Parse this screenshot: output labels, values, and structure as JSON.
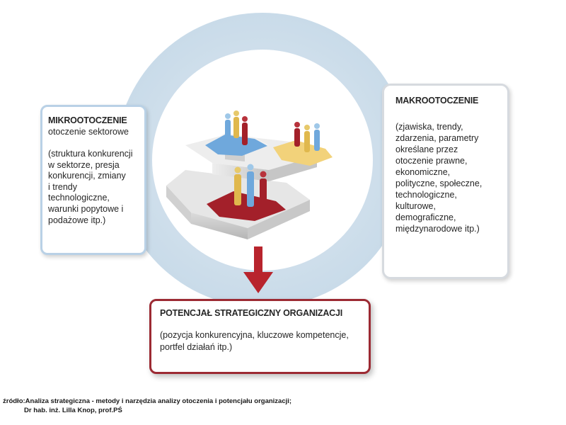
{
  "micro": {
    "title": "MIKROOTOCZENIE",
    "subtitle": "otoczenie sektorowe",
    "description": "(struktura konkurencji\nw sektorze, presja\nkonkurencji, zmiany\ni trendy technologiczne,\nwarunki popytowe i\npodażowe itp.)"
  },
  "macro": {
    "title": "MAKROOTOCZENIE",
    "description": "(zjawiska, trendy,\nzdarzenia, parametry\nokreślane przez\notoczenie prawne,\nekonomiczne,\npolityczne, społeczne,\ntechnologiczne,\nkulturowe,\ndemograficzne,\nmiędzynarodowe itp.)"
  },
  "potential": {
    "title": "POTENCJAŁ STRATEGICZNY ORGANIZACJI",
    "description": "(pozycja konkurencyjna, kluczowe kompetencje,\nportfel działań itp.)"
  },
  "source": {
    "line1": "źródło:Analiza strategiczna - metody i narzędzia analizy otoczenia i potencjału organizacji;",
    "line2": "Dr hab. inż. Lilla Knop, prof.PŚ"
  },
  "colors": {
    "ring": "#c9dbe9",
    "micro_border": "#b9d1e6",
    "macro_border": "#d6dadf",
    "potential_border": "#9c2a33",
    "arrow": "#b8242d",
    "platform_blue": "#6fa8dc",
    "platform_yellow": "#f2d27a",
    "platform_red": "#a3202a"
  }
}
